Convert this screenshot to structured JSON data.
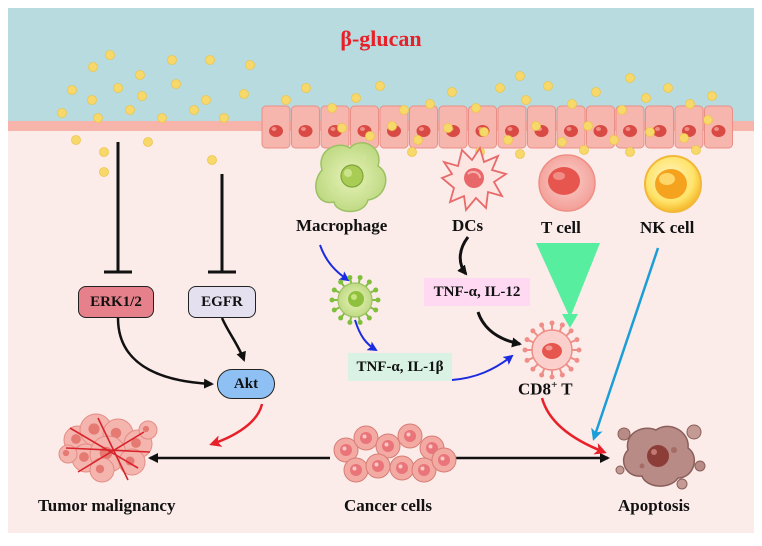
{
  "title": "β-glucan",
  "labels": {
    "macrophage": "Macrophage",
    "dcs": "DCs",
    "t_cell": "T cell",
    "nk_cell": "NK cell",
    "cd8_base": "CD8",
    "cd8_sup": "+",
    "cd8_tail": " T",
    "tumor_malignancy": "Tumor malignancy",
    "cancer_cells": "Cancer cells",
    "apoptosis": "Apoptosis"
  },
  "boxes": {
    "erk": "ERK1/2",
    "egfr": "EGFR",
    "akt": "Akt",
    "tnf_il12": "TNF-α, IL-12",
    "tnf_il1b": "TNF-α, IL-1β"
  },
  "colors": {
    "lumen": "#b7dbde",
    "epithelium": "#f7b4ab",
    "background": "#fbecea",
    "particle": "#f7d86b",
    "title": "#e8202a",
    "erk_box": "#e6808a",
    "egfr_box": "#e4e0ef",
    "akt_box": "#8fc0f4",
    "tnf_il12_box": "#ffd9f2",
    "tnf_il1b_box": "#d9f2e4",
    "arrow_red": "#e8202a",
    "arrow_blue": "#1b2be0",
    "arrow_cyan": "#1b9ed8",
    "arrow_green": "#57ee9f"
  },
  "icons": [
    "macrophage-icon",
    "dendritic-cell-icon",
    "t-cell-icon",
    "nk-cell-icon",
    "cd8-t-cell-icon",
    "activated-macrophage-icon",
    "tumor-icon",
    "cancer-cells-icon",
    "apoptotic-cell-icon"
  ]
}
